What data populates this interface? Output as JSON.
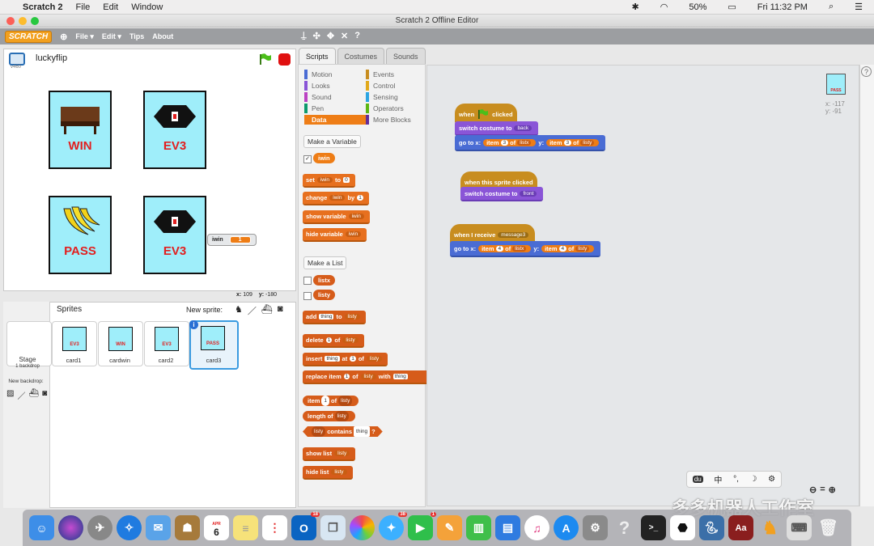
{
  "mac_menubar": {
    "app": "Scratch 2",
    "items": [
      "File",
      "Edit",
      "Window"
    ],
    "battery": "50%",
    "clock": "Fri 11:32 PM"
  },
  "window": {
    "title": "Scratch 2 Offline Editor"
  },
  "scratch_menu": {
    "logo": "SCRATCH",
    "items": [
      "File ▾",
      "Edit ▾",
      "Tips",
      "About"
    ]
  },
  "stage": {
    "project_name": "luckyflip",
    "version": "v460",
    "cards": [
      {
        "label": "WIN",
        "picture": "piano"
      },
      {
        "label": "EV3",
        "picture": "ev3-brick"
      },
      {
        "label": "PASS",
        "picture": "bananas"
      },
      {
        "label": "EV3",
        "picture": "ev3-brick"
      }
    ],
    "monitor": {
      "name": "iwin",
      "value": "1"
    },
    "coords": {
      "x_label": "x:",
      "x": "109",
      "y_label": "y:",
      "y": "-180"
    }
  },
  "sprites_pane": {
    "title": "Sprites",
    "new_sprite": "New sprite:",
    "stage_label": "Stage",
    "stage_sub": "1 backdrop",
    "new_backdrop": "New backdrop:",
    "sprites": [
      {
        "name": "card1",
        "thumb_label": "EV3"
      },
      {
        "name": "cardwin",
        "thumb_label": "WIN"
      },
      {
        "name": "card2",
        "thumb_label": "EV3"
      },
      {
        "name": "card3",
        "thumb_label": "PASS"
      }
    ]
  },
  "tabs": [
    "Scripts",
    "Costumes",
    "Sounds"
  ],
  "palette": {
    "categories_left": [
      "Motion",
      "Looks",
      "Sound",
      "Pen",
      "Data"
    ],
    "categories_right": [
      "Events",
      "Control",
      "Sensing",
      "Operators",
      "More Blocks"
    ],
    "category_colors": {
      "Motion": "#4a6cd4",
      "Looks": "#8a55d7",
      "Sound": "#bb42c3",
      "Pen": "#0e9a6c",
      "Data": "#ee7d16",
      "Events": "#c88d1f",
      "Control": "#e1a91a",
      "Sensing": "#2ca5e2",
      "Operators": "#5cb712",
      "More Blocks": "#632d99"
    },
    "make_variable": "Make a Variable",
    "variable": "iwin",
    "make_list": "Make a List",
    "lists": [
      "listx",
      "listy"
    ],
    "var_blocks": {
      "set": "set",
      "to": "to",
      "set_val": "0",
      "change": "change",
      "by": "by",
      "change_val": "1",
      "show_variable": "show variable",
      "hide_variable": "hide variable"
    },
    "list_blocks": {
      "add": "add",
      "thing": "thing",
      "to": "to",
      "listy": "listy",
      "delete": "delete",
      "of": "of",
      "one": "1",
      "insert": "insert",
      "at": "at",
      "replace_item": "replace item",
      "with": "with",
      "item": "item",
      "length_of": "length of",
      "contains": "contains",
      "q": "?",
      "show_list": "show list",
      "hide_list": "hide list"
    }
  },
  "scripts": {
    "script1": {
      "hat": [
        "when",
        "clicked"
      ],
      "switch": "switch costume to",
      "costume": "back",
      "goto": "go to x:",
      "item": "item",
      "n": "3",
      "of": "of",
      "listx": "listx",
      "y": "y:",
      "listy": "listy"
    },
    "script2": {
      "hat": "when this sprite clicked",
      "switch": "switch costume to",
      "costume": "front"
    },
    "script3": {
      "hat": "when I receive",
      "message": "message3",
      "goto": "go to x:",
      "item": "item",
      "n": "4",
      "of": "of",
      "listx": "listx",
      "y": "y:",
      "listy": "listy"
    },
    "sprite_info": {
      "thumb_label": "PASS",
      "x": "x: -117",
      "y": "y: -91"
    }
  },
  "ime_bar": {
    "items": [
      "中",
      "°,",
      "☽",
      "⚙"
    ]
  },
  "watermark": "多多机器人工作室",
  "dock": {
    "calendar_month": "APR",
    "calendar_day": "6",
    "outlook_badge": "18",
    "messages_badge": "38",
    "facetime_badge": "1"
  }
}
